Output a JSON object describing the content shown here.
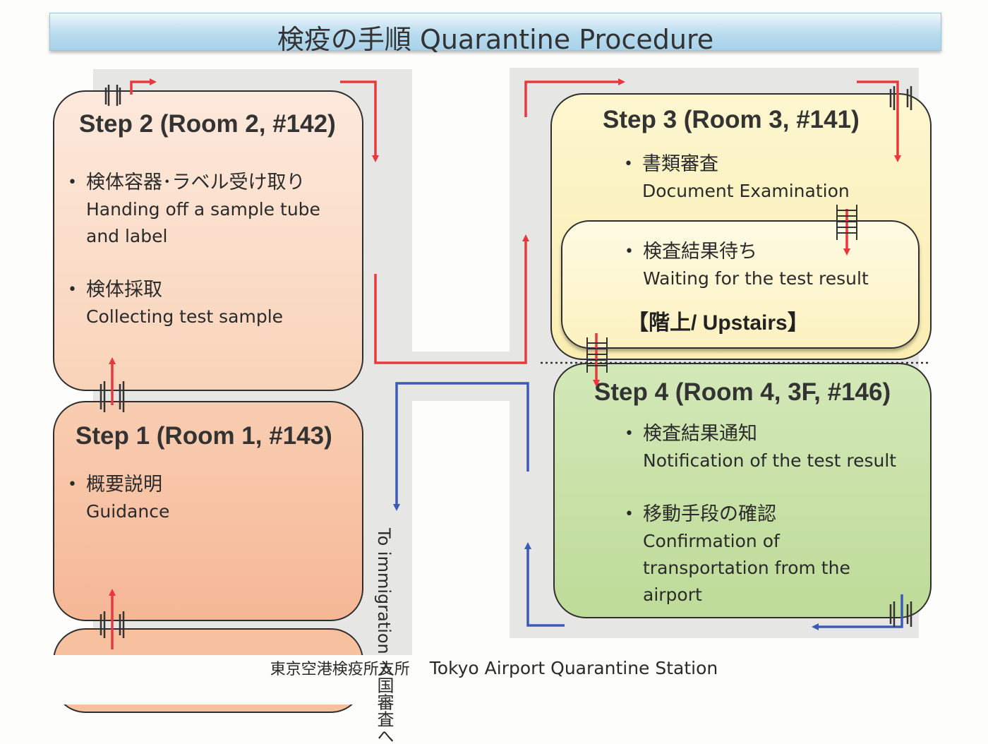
{
  "title": "検疫の手順 Quarantine Procedure",
  "rooms": {
    "step2": {
      "title": "Step 2 (Room 2, #142)",
      "items": [
        {
          "ja": "検体容器･ラベル受け取り",
          "en_lines": [
            "Handing off a sample tube",
            "and label"
          ]
        },
        {
          "ja": "検体採取",
          "en_lines": [
            "Collecting test sample"
          ]
        }
      ]
    },
    "step1": {
      "title": "Step 1 (Room 1, #143)",
      "items": [
        {
          "ja": "概要説明",
          "en_lines": [
            "Guidance"
          ]
        }
      ]
    },
    "step3": {
      "title": "Step 3 (Room 3, #141)",
      "items": [
        {
          "ja": "書類審査",
          "en_lines": [
            "Document Examination"
          ]
        }
      ],
      "waiting": {
        "ja": "検査結果待ち",
        "en": "Waiting for the test result"
      },
      "upstairs": "【階上/ Upstairs】"
    },
    "step4": {
      "title": "Step 4 (Room 4, 3F, #146)",
      "items": [
        {
          "ja": "検査結果通知",
          "en_lines": [
            "Notification of the test result"
          ]
        },
        {
          "ja": "移動手段の確認",
          "en_lines": [
            "Confirmation of",
            "transportation from the",
            "airport"
          ]
        }
      ]
    }
  },
  "immigration": {
    "en": "To immigration",
    "ja": "入国審査へ"
  },
  "footer": {
    "ja": "東京空港検疫所支所",
    "en": "Tokyo Airport Quarantine Station"
  },
  "colors": {
    "arrow_red": "#e8383d",
    "arrow_blue": "#3b5bb5",
    "step1": "#f7c4a6",
    "step2": "#fbdcc7",
    "step3": "#fcf3c2",
    "step4": "#c7e0a8",
    "corridor": "#e6e6e4"
  },
  "icons": [
    "door-icon",
    "arrow-icon"
  ]
}
